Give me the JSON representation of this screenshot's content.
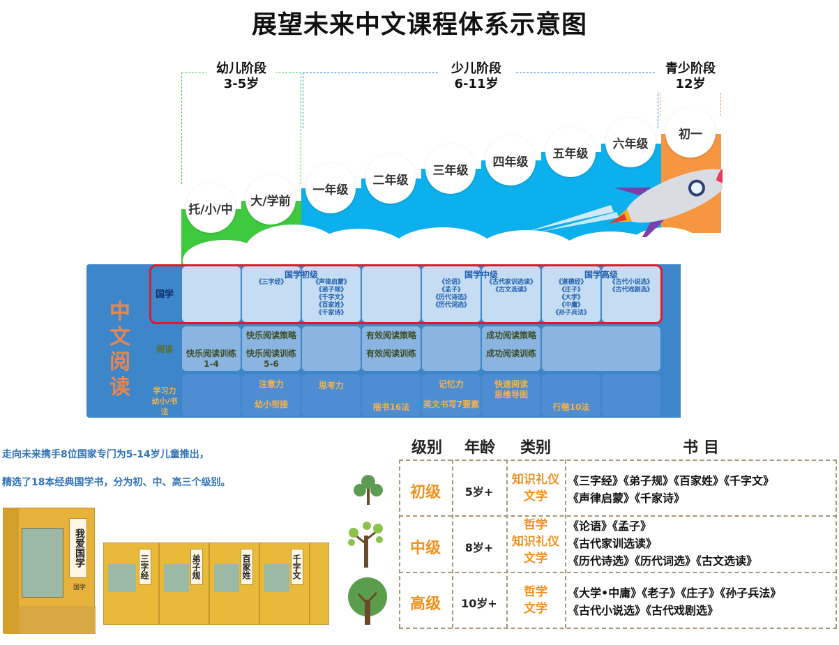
{
  "title": "展望未来中文课程体系示意图",
  "stages": [
    {
      "name": "幼儿阶段",
      "age": "3-5岁"
    },
    {
      "name": "少儿阶段",
      "age": "6-11岁"
    },
    {
      "name": "青少阶段",
      "age": "12岁"
    }
  ],
  "grades": [
    "托/小/中",
    "大/学前",
    "一年级",
    "二年级",
    "三年级",
    "四年级",
    "五年级",
    "六年级",
    "初一"
  ],
  "colors": {
    "kinder": "#3ec93e",
    "primary": "#0cb0ec",
    "teen": "#f79641",
    "highlight": "#e0182d",
    "orange": "#f0921f"
  },
  "matrix": {
    "side_title": "中文阅读",
    "row_labels": {
      "guoxue": "国学",
      "yuedu": "阅读",
      "xuexili": "学习力",
      "xuexili2": "幼小/书法"
    },
    "guoxue": {
      "chu": {
        "title": "国学初级",
        "books1": [
          "《三字经》"
        ],
        "books2": [
          "《声律启蒙》",
          "《弟子规》",
          "《千字文》",
          "《百家姓》",
          "《千家诗》"
        ]
      },
      "zhong": {
        "title": "国学中级",
        "books1": [
          "《论语》",
          "《孟子》",
          "《历代诗选》",
          "《历代词选》"
        ],
        "books2": [
          "《古代家训选读》",
          "《古文选读》"
        ]
      },
      "gao": {
        "title": "国学高级",
        "books1": [
          "《道德经》",
          "《庄子》",
          "《大学》",
          "《中庸》",
          "《孙子兵法》"
        ],
        "books2": [
          "《古代小说选》",
          "《古代戏剧选》"
        ]
      }
    },
    "yuedu": {
      "c1": "快乐阅读训练",
      "c1b": "1-4",
      "c2a": "快乐阅读策略",
      "c2b": "快乐阅读训练",
      "c2c": "5-6",
      "c4a": "有效阅读策略",
      "c4b": "有效阅读训练",
      "c6a": "成功阅读策略",
      "c6b": "成功阅读训练"
    },
    "xuexili": {
      "c2a": "注意力",
      "c2b": "幼小衔接",
      "c3": "思考力",
      "c4": "楷书16法",
      "c5a": "记忆力",
      "c5b": "英文书写7要素",
      "c6a": "快速阅读",
      "c6b": "思维导图",
      "c7": "行楷10法"
    }
  },
  "intro": {
    "line1": "走向未来携手8位国家专门为5-14岁儿童推出，",
    "line2": "精选了18本经典国学书，分为初、中、高三个级别。"
  },
  "book_cover": {
    "main": "我爱国学",
    "sub": "国学",
    "series": [
      "三字经",
      "弟子规",
      "百家姓",
      "千字文"
    ]
  },
  "table": {
    "headers": [
      "级别",
      "年龄",
      "类别",
      "书 目"
    ],
    "rows": [
      {
        "level": "初级",
        "age": "5岁+",
        "cat": [
          "知识礼仪",
          "文学"
        ],
        "books": [
          "《三字经》《弟子规》《百家姓》《千字文》",
          "《声律启蒙》《千家诗》"
        ]
      },
      {
        "level": "中级",
        "age": "8岁+",
        "cat": [
          "哲学",
          "知识礼仪",
          "文学"
        ],
        "books": [
          "《论语》《孟子》",
          "《古代家训选读》",
          "《历代诗选》《历代词选》《古文选读》"
        ]
      },
      {
        "level": "高级",
        "age": "10岁+",
        "cat": [
          "哲学",
          "文学"
        ],
        "books": [
          "《大学•中庸》《老子》《庄子》《孙子兵法》",
          "《古代小说选》《古代戏剧选》"
        ]
      }
    ]
  }
}
